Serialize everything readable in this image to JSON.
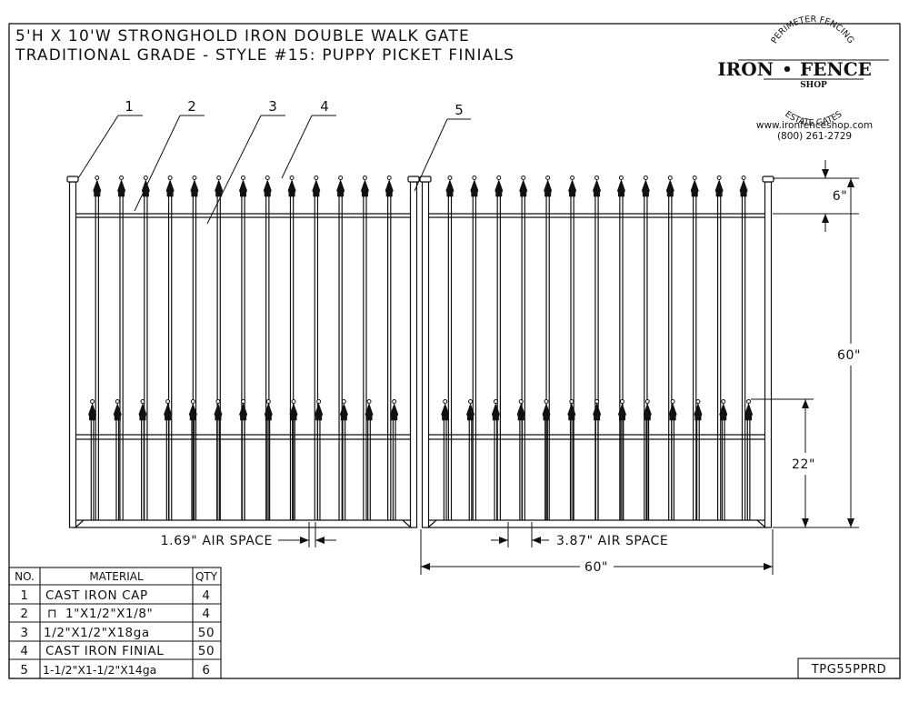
{
  "title": {
    "line1": "5'H X 10'W STRONGHOLD IRON DOUBLE WALK GATE",
    "line2": "TRADITIONAL GRADE - STYLE #15: PUPPY PICKET FINIALS"
  },
  "logo": {
    "arc_top": "PERIMETER FENCING",
    "brand_left": "IRON",
    "brand_dot": "•",
    "brand_right": "FENCE",
    "brand_sub": "SHOP",
    "arc_bottom": "ESTATE GATES",
    "website": "www.ironfenceshop.com",
    "phone": "(800) 261-2729"
  },
  "callouts": [
    "1",
    "2",
    "3",
    "4",
    "5"
  ],
  "dimensions": {
    "top_offset": "6\"",
    "height": "60\"",
    "puppy_height": "22\"",
    "width": "60\"",
    "air_space_left": "1.69\" AIR SPACE",
    "air_space_right": "3.87\" AIR SPACE"
  },
  "gate": {
    "main_pickets_per_leaf": 13,
    "puppy_pickets_per_leaf": 13
  },
  "table": {
    "headers": [
      "NO.",
      "MATERIAL",
      "QTY"
    ],
    "channel_symbol": "⊓",
    "rows": [
      {
        "no": "1",
        "material": "CAST IRON CAP",
        "qty": "4"
      },
      {
        "no": "2",
        "material": "1\"X1/2\"X1/8\"",
        "qty": "4"
      },
      {
        "no": "3",
        "material": "1/2\"X1/2\"X18ga",
        "qty": "50"
      },
      {
        "no": "4",
        "material": "CAST IRON FINIAL",
        "qty": "50"
      },
      {
        "no": "5",
        "material": "1-1/2\"X1-1/2\"X14ga",
        "qty": "6"
      }
    ]
  },
  "drawing_number": "TPG55PPRD"
}
